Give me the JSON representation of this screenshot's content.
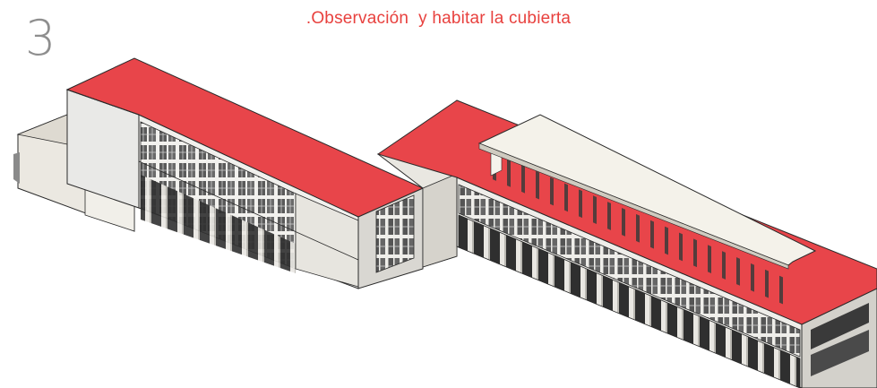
{
  "heading": {
    "title": ".Observación  y habitar la cubierta",
    "number": "3"
  },
  "colors": {
    "title": "#e8413e",
    "number": "#8e8e8e",
    "roof": "#e8454a",
    "facade_light": "#f3f3f1",
    "facade_shade": "#d9d7d2",
    "glazing": "#4a4a4a",
    "line": "#2a2a2a",
    "canopy": "#f4f2ea"
  },
  "figure": {
    "subject": "axonometric-building-roof-highlighted"
  }
}
